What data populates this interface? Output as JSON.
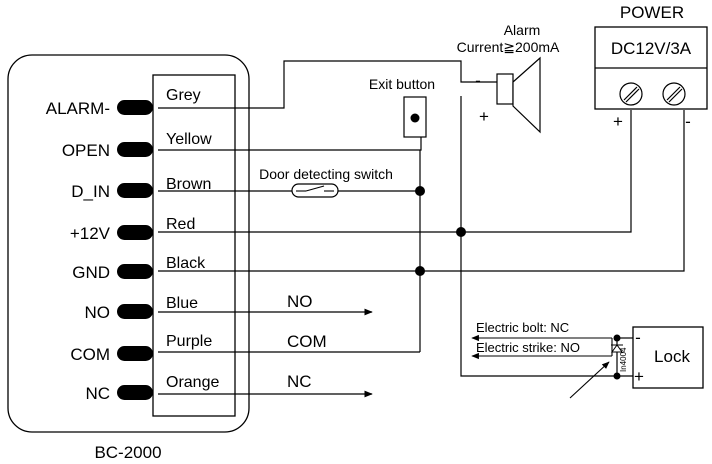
{
  "controller": {
    "model": "BC-2000",
    "terminals": [
      {
        "name": "ALARM-",
        "wire": "Grey"
      },
      {
        "name": "OPEN",
        "wire": "Yellow"
      },
      {
        "name": "D_IN",
        "wire": "Brown"
      },
      {
        "name": "+12V",
        "wire": "Red"
      },
      {
        "name": "GND",
        "wire": "Black"
      },
      {
        "name": "NO",
        "wire": "Blue"
      },
      {
        "name": "COM",
        "wire": "Purple"
      },
      {
        "name": "NC",
        "wire": "Orange"
      }
    ],
    "relay_labels": [
      "NO",
      "COM",
      "NC"
    ]
  },
  "alarm": {
    "title": "Alarm",
    "current": "Current≧200mA",
    "minus": "-",
    "plus": "+"
  },
  "exit_button": {
    "label": "Exit button"
  },
  "door_switch": {
    "label": "Door detecting switch"
  },
  "power": {
    "title": "POWER",
    "rating": "DC12V/3A",
    "plus": "+",
    "minus": "-"
  },
  "lock": {
    "label": "Lock",
    "minus": "-",
    "plus": "+",
    "diode": "In4004",
    "bolt": "Electric bolt: NC",
    "strike": "Electric strike: NO"
  }
}
